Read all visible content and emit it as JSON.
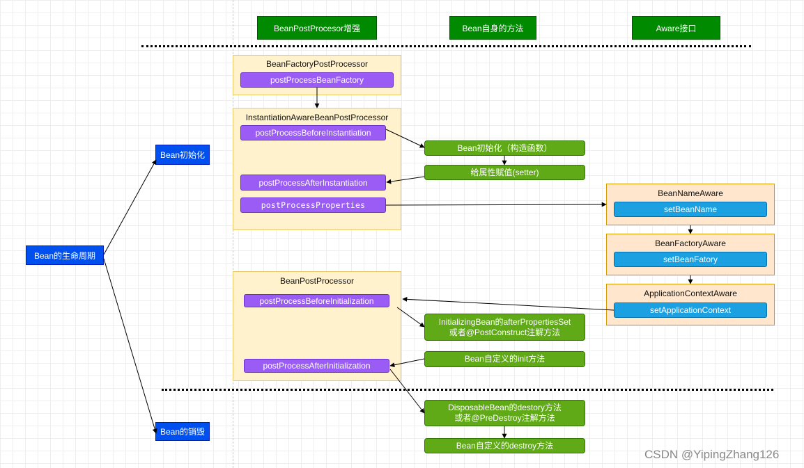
{
  "headers": {
    "processor": "BeanPostProcesor增强",
    "self_methods": "Bean自身的方法",
    "aware": "Aware接口"
  },
  "lifecycle": {
    "root": "Bean的生命周期",
    "init": "Bean初始化",
    "destroy": "Bean的销毁"
  },
  "bfpp": {
    "title": "BeanFactoryPostProcessor",
    "method": "postProcessBeanFactory"
  },
  "iabpp": {
    "title": "InstantiationAwareBeanPostProcessor",
    "before": "postProcessBeforeInstantiation",
    "after": "postProcessAfterInstantiation",
    "properties": "postProcessProperties"
  },
  "bpp": {
    "title": "BeanPostProcessor",
    "before": "postProcessBeforeInitialization",
    "after": "postProcessAfterInitialization"
  },
  "self": {
    "construct": "Bean初始化（构造函数）",
    "setter": "给属性赋值(setter)",
    "init_bean": "InitializingBean的afterPropertiesSet\n或者@PostConstruct注解方法",
    "init_method": "Bean自定义的init方法",
    "disposable": "DisposableBean的destory方法\n或者@PreDestroy注解方法",
    "destroy_method": "Bean自定义的destroy方法"
  },
  "aware": {
    "bean_name": {
      "title": "BeanNameAware",
      "method": "setBeanName"
    },
    "bean_factory": {
      "title": "BeanFactoryAware",
      "method": "setBeanFatory"
    },
    "app_context": {
      "title": "ApplicationContextAware",
      "method": "setApplicationContext"
    }
  },
  "watermark": "CSDN @YipingZhang126"
}
